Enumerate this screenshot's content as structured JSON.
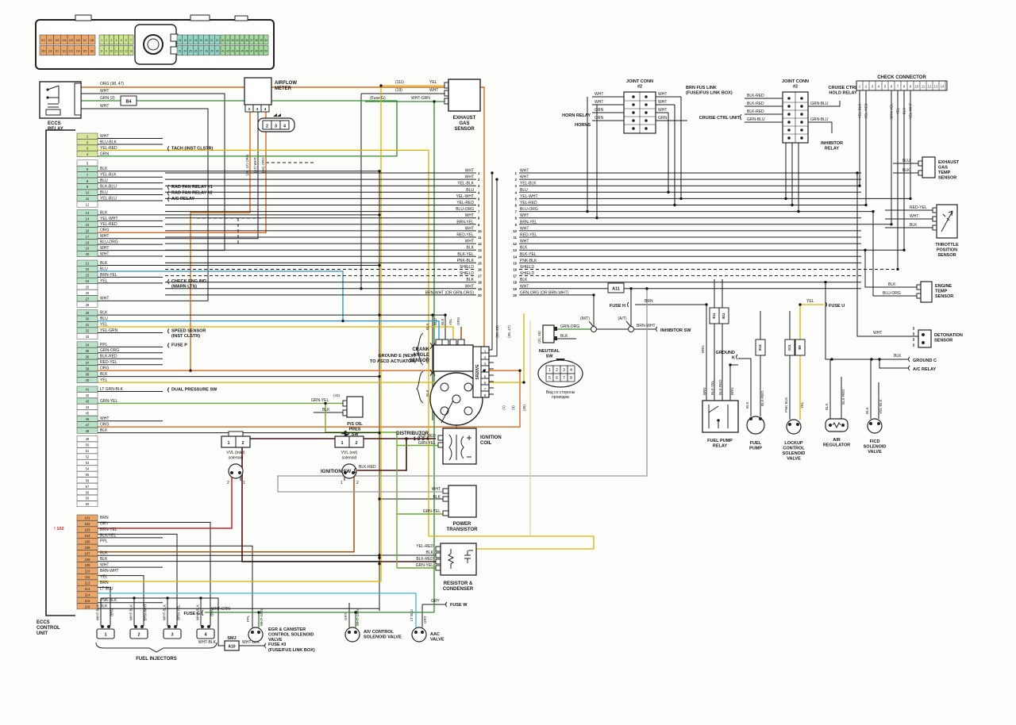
{
  "eccs_relay": {
    "name": "ECCS\nRELAY",
    "w1": "ORG (38, 47)",
    "w2": "WHT",
    "w3": "GRN (3)",
    "w4": "WHT",
    "b4": "B4"
  },
  "left_unit": {
    "name": "ECCS\nCONTROL\nUNIT",
    "warn": "! 102"
  },
  "left_pins": [
    [
      "1",
      "WHT"
    ],
    [
      "2",
      "BLU-BLK"
    ],
    [
      "3",
      "YEL-RED"
    ],
    [
      "4",
      "GRN"
    ],
    [
      "5",
      ""
    ],
    [
      "6",
      "BLK"
    ],
    [
      "7",
      "YEL-BLK"
    ],
    [
      "8",
      "BLU"
    ],
    [
      "9",
      "BLK-BLU"
    ],
    [
      "10",
      "BLU"
    ],
    [
      "11",
      "YEL-BLU"
    ],
    [
      "12",
      ""
    ],
    [
      "13",
      "BLK"
    ],
    [
      "14",
      "YEL-WHT"
    ],
    [
      "15",
      "YEL-RED"
    ],
    [
      "16",
      "ORG"
    ],
    [
      "17",
      "WHT"
    ],
    [
      "18",
      "BLU-ORG"
    ],
    [
      "19",
      "WHT"
    ],
    [
      "20",
      "WHT"
    ],
    [
      "21",
      "BLK"
    ],
    [
      "22",
      "BLU"
    ],
    [
      "23",
      "BRN-YEL"
    ],
    [
      "24",
      "YEL"
    ],
    [
      "25",
      ""
    ],
    [
      "26",
      ""
    ],
    [
      "27",
      "WHT"
    ],
    [
      "28",
      ""
    ],
    [
      "29",
      "BLK"
    ],
    [
      "30",
      "BLU"
    ],
    [
      "31",
      "YEL"
    ],
    [
      "32",
      "YEL-GRN"
    ],
    [
      "33",
      ""
    ],
    [
      "34",
      "PPL"
    ],
    [
      "35",
      "GRN-ORG"
    ],
    [
      "36",
      "BLK-RED"
    ],
    [
      "37",
      "RED-YEL"
    ],
    [
      "38",
      "ORG"
    ],
    [
      "39",
      "BLK"
    ],
    [
      "40",
      "YEL"
    ],
    [
      "41",
      "LT GRN-BLK"
    ],
    [
      "42",
      ""
    ],
    [
      "43",
      "GRN-YEL"
    ],
    [
      "44",
      ""
    ],
    [
      "45",
      ""
    ],
    [
      "46",
      "WHT"
    ],
    [
      "47",
      "ORG"
    ],
    [
      "48",
      "BLK"
    ],
    [
      "49",
      ""
    ],
    [
      "50",
      ""
    ],
    [
      "51",
      ""
    ],
    [
      "52",
      ""
    ],
    [
      "53",
      ""
    ],
    [
      "54",
      ""
    ],
    [
      "55",
      ""
    ],
    [
      "56",
      ""
    ],
    [
      "57",
      ""
    ],
    [
      "58",
      ""
    ],
    [
      "59",
      ""
    ],
    [
      "60",
      ""
    ],
    [
      "101",
      "BRN"
    ],
    [
      "102",
      "GRY"
    ],
    [
      "103",
      "BRN-YEL"
    ],
    [
      "104",
      "BLK/YEL"
    ],
    [
      "105",
      "PPL"
    ],
    [
      "106",
      ""
    ],
    [
      "107",
      "BLK"
    ],
    [
      "108",
      "BLK"
    ],
    [
      "109",
      "WHT"
    ],
    [
      "110",
      "BRN-WHT"
    ],
    [
      "111",
      "YEL"
    ],
    [
      "112",
      "BRN"
    ],
    [
      "113",
      "LT BLU"
    ],
    [
      "114",
      ""
    ],
    [
      "115",
      "PNK-BLK"
    ],
    [
      "116",
      "BLK"
    ]
  ],
  "pin_notes": {
    "3": "TACH (INST CLSTR)",
    "9": "RAD FAN RELAY #1",
    "10": "RAD FAN RELAY #2",
    "11": "A/C RELAY",
    "24": "CHECK ENG IND\n(WARN LTS)",
    "32": "SPEED SENSOR\n(INST CLSTR)",
    "34": "FUSE P",
    "41": "DUAL PRESSURE SW"
  },
  "ecu_plug": {
    "groups": [
      {
        "fill": "#eaa76b",
        "top": [
          "101",
          "102",
          "103",
          "104",
          "105",
          "106",
          "107",
          "108"
        ],
        "bottom": [
          "109",
          "110",
          "111",
          "112",
          "113",
          "114",
          "115",
          "116"
        ]
      },
      {
        "fill": "#cde48e",
        "top": [
          "1",
          "2",
          "3",
          "4",
          "5",
          "6",
          "7"
        ],
        "bottom": [
          "8",
          "9",
          "10",
          "11",
          "12",
          "13",
          "14"
        ]
      },
      {
        "fill": "#93d5c5",
        "top": [
          "15",
          "16",
          "17",
          "18",
          "19",
          "20",
          "21",
          "22"
        ],
        "bottom": [
          "23",
          "24",
          "25",
          "26",
          "27",
          "28",
          "29",
          "30"
        ]
      },
      {
        "fill": "#a4db9e",
        "top": [
          "31",
          "32",
          "33",
          "34",
          "35",
          "36",
          "37",
          "38",
          "39",
          "40"
        ],
        "bottom": [
          "41",
          "42",
          "43",
          "44",
          "45",
          "46",
          "47",
          "48",
          "49",
          "50"
        ]
      }
    ]
  },
  "airflow": {
    "name": "AIRFLOW\nMETER",
    "pins": [
      "2",
      "3",
      "4"
    ],
    "wl": [
      "(38, 47) ORG",
      "(17) WHT",
      "(16) ORG"
    ]
  },
  "exhaust": {
    "name": "EXHAUST\nGAS\nSENSOR",
    "w1a": "(111)",
    "w1b": "YEL",
    "w2a": "(19)",
    "w2b": "WHT",
    "w3a": "(Fuse G)",
    "w3b": "WHT-GRN"
  },
  "mid_wires": [
    [
      "1",
      "WHT",
      "WHT"
    ],
    [
      "2",
      "WHT",
      "WHT"
    ],
    [
      "3",
      "YEL-BLK",
      "YEL-BLK"
    ],
    [
      "4",
      "BLU",
      "BLU"
    ],
    [
      "5",
      "YEL-WHT",
      "YEL-WHT"
    ],
    [
      "6",
      "YEL-RED",
      "YEL-RED"
    ],
    [
      "7",
      "BLU-ORG",
      "BLU-ORG"
    ],
    [
      "8",
      "WHT",
      "WHT"
    ],
    [
      "9",
      "BRN-YEL",
      "BRN-YEL"
    ],
    [
      "10",
      "WHT",
      "WHT"
    ],
    [
      "11",
      "RED-YEL",
      "RED-YEL"
    ],
    [
      "12",
      "WHT",
      "WHT"
    ],
    [
      "13",
      "BLK",
      "BLK"
    ],
    [
      "14",
      "BLK-YEL",
      "BLK-YEL"
    ],
    [
      "15",
      "PNK-BLK",
      "PNK-BLK"
    ],
    [
      "16",
      "SHIELD",
      "SHIELD"
    ],
    [
      "17",
      "SHIELD",
      "SHIELD"
    ],
    [
      "18",
      "BLK",
      "BLK"
    ],
    [
      "19",
      "WHT",
      "WHT"
    ],
    [
      "20",
      "BRN-WHT (OR GRN-ORG)",
      "GRN-ORG (OR BRN-WHT)"
    ]
  ],
  "a11": "A11",
  "vvl": {
    "inlet": "VVL (inlet)\nsolenoid",
    "ext": "VVL (ext)\nsolenoid",
    "c1": "1",
    "c2": "2",
    "in_l": "2",
    "in_r": "1",
    "ex_l": "1",
    "ex_r": "2"
  },
  "ground_e": {
    "name": "GROUND E (NEXT\nTO ASCD ACTUATOR)",
    "blk": "BLK"
  },
  "crank": {
    "name": "CRANK\nANGLE\nSENSOR",
    "t1": "BLU",
    "t2": "BLK",
    "t3": "YEL",
    "t4": "ORG",
    "conn": "SR20VE",
    "pins": [
      "1",
      "2",
      "3",
      "4",
      "5",
      "6",
      "7",
      "8"
    ],
    "s1": "(30, 22)",
    "s2": "(38, 47)",
    "s3": "(31, 40)",
    "l1": "(1)",
    "l2": "(3)",
    "l3": "(36)"
  },
  "dist": "DISTRIBUTOR\n1-2-3-4",
  "ps_oil": {
    "name": "P/S OIL\nPRES\nSW",
    "w1": "GRN-YEL",
    "tag": "(43)",
    "w2": "BLK"
  },
  "ign_coil": {
    "name": "IGNITION\nCOIL",
    "w1": "BLK-RED",
    "w2": "GRN-YEL"
  },
  "ign_sw": {
    "name": "IGNITION SW",
    "w": "BLK-RED"
  },
  "power_tr": {
    "name": "POWER\nTRANSISTOR",
    "w1": "WHT",
    "w2": "BLK",
    "w3": "GRN-YEL"
  },
  "res_cond": {
    "name": "RESISTOR &\nCONDENSER",
    "w1": "YEL-RED",
    "w2": "BLK",
    "w3": "BLK-RED",
    "w4": "GRN-YEL"
  },
  "injectors": {
    "title": "FUEL INJECTORS",
    "items": [
      [
        "1",
        "WHT-BLK",
        "BRN"
      ],
      [
        "2",
        "WHT-BLK",
        "BRN-WHT"
      ],
      [
        "3",
        "WHT-BLK",
        "BRN-YEL"
      ],
      [
        "4",
        "WHT-BLK",
        "BRN"
      ]
    ]
  },
  "smj": {
    "top": "SMJ",
    "box": "A10",
    "wl": "WHT-BLK",
    "wr": "WHT-BLK",
    "dest": "FUSE #3\n(FUSE/FUS LINK BOX)"
  },
  "fuse_g": {
    "label": "FUSE G",
    "w": "WHT-GRN"
  },
  "egr": {
    "name": "EGR & CANISTER\nCONTROL SOLENOID\nVALVE",
    "w1": "PPL",
    "w2": "WHT-GRN"
  },
  "aiv": {
    "name": "AIV CONTROL\nSOLENOID VALVE",
    "w1": "GRY",
    "w2": "WHT-GRN"
  },
  "aac": {
    "name": "AAC\nVALVE",
    "w1": "LT BLU",
    "w2": "GRY",
    "fuse": "FUSE W",
    "fw": "GRY"
  },
  "jca": {
    "title": "JOINT CONN\n#2",
    "lw": [
      "WHT",
      "WHT",
      "GRN",
      "GRN"
    ],
    "rw": [
      "WHT",
      "WHT",
      "WHT",
      "GRN"
    ],
    "horn_relay": "HORN RELAY",
    "horns": "HORNS",
    "fus": "BRN FUS LINK\n(FUSE/FUS LINK BOX)"
  },
  "jcb": {
    "title": "JOINT CONN\n#2",
    "lw": [
      "BLK-RED",
      "BLK-RED",
      "BLK-RED",
      "GRN-BLU"
    ],
    "rw": [
      "GRN-BLU",
      "GRN-BLU"
    ],
    "cruise": "CRUISE CTRL UNIT",
    "hold": "CRUISE CTRL\nHOLD RELAY",
    "inh": "INHIBITOR\nRELAY"
  },
  "check_conn": {
    "title": "CHECK CONNECTOR",
    "pins": [
      "1",
      "2",
      "3",
      "4",
      "5",
      "6",
      "7",
      "8",
      "9",
      "10",
      "11",
      "12",
      "13",
      "14"
    ],
    "wires": [
      [
        "1",
        "YEL-BLK",
        234.2
      ],
      [
        "2",
        "YEL-RED",
        258.5
      ],
      [
        "6",
        "BRN-YEL",
        282.8
      ],
      [
        "7",
        "YEL",
        339.4
      ],
      [
        "8",
        "BLK",
        315.2
      ],
      [
        "9",
        "YEL-WHT",
        250.4
      ]
    ]
  },
  "right": {
    "exhaust_temp": {
      "name": "EXHAUST\nGAS\nTEMP\nSENSOR",
      "w1": "BLU",
      "w2": "BLK"
    },
    "throttle": {
      "name": "THROTTLE\nPOSITION\nSENSOR",
      "w1": "RED-YEL",
      "w2": "WHT",
      "w3": "BLK"
    },
    "engine_temp": {
      "name": "ENGINE\nTEMP\nSENSOR",
      "w1": "BLK",
      "w2": "BLU-ORG"
    },
    "detonation": {
      "name": "DETONATION\nSENSOR",
      "w": "WHT"
    },
    "ground_c": {
      "name": "GROUND C",
      "w": "BLK"
    },
    "ac_relay": "A/C RELAY",
    "ficd": {
      "name": "FICD\nSOLENOID\nVALVE",
      "w1": "BLK",
      "w2": "YEL-BLK"
    },
    "air_reg": {
      "name": "AIR\nREGULATOR",
      "w1": "BLK",
      "w2": "BLK-RED"
    },
    "lockup": {
      "name": "LOCKUP\nCONTROL\nSOLENOID\nVALVE",
      "w1": "PNK-BLK",
      "w2": "YEL",
      "t1": "G11",
      "t2": "B9"
    },
    "fuel_pump": {
      "name": "FUEL\nPUMP",
      "w1": "BLK",
      "w2": "BLK-RED",
      "tag": "E12"
    },
    "fp_relay": {
      "name": "FUEL PUMP\nRELAY",
      "w1": "BRN",
      "w2": "BLK-YEL",
      "w3": "BLK-RED",
      "w4": "BRN",
      "brn": "BRN"
    },
    "ground_k": "GROUND\nK",
    "neutral": {
      "name": "NEUTRAL\nSW",
      "w1": "GRN-ORG",
      "w2": "BLK",
      "mt": "(M/T)",
      "at": "(A/T)"
    },
    "inhibitor_sw": {
      "name": "INHIBITOR SW",
      "w": "BRN-WHT"
    },
    "fuse_h": {
      "name": "FUSE H",
      "w": "BRN"
    },
    "fuse_u": {
      "name": "FUSE U",
      "w": "YEL"
    },
    "e11": "E11",
    "b11": "B11",
    "pinview": {
      "nums": [
        "1",
        "2",
        "3",
        "4",
        "5",
        "6",
        "7",
        "8"
      ],
      "caption": "Вид со стороны\nпроводов"
    }
  },
  "colors": {
    "orange": "#d9661a",
    "green": "#2e8b2e",
    "yellow": "#dfae00",
    "blue": "#2b8fd0",
    "cyan": "#38b6e2",
    "red": "#cc2222",
    "dkorange": "#a85210",
    "maroon": "#4a1414",
    "olive": "#6da832",
    "gray": "#9a9a9a",
    "pale": "#e3cf96",
    "wire": "#1c1c1c"
  }
}
